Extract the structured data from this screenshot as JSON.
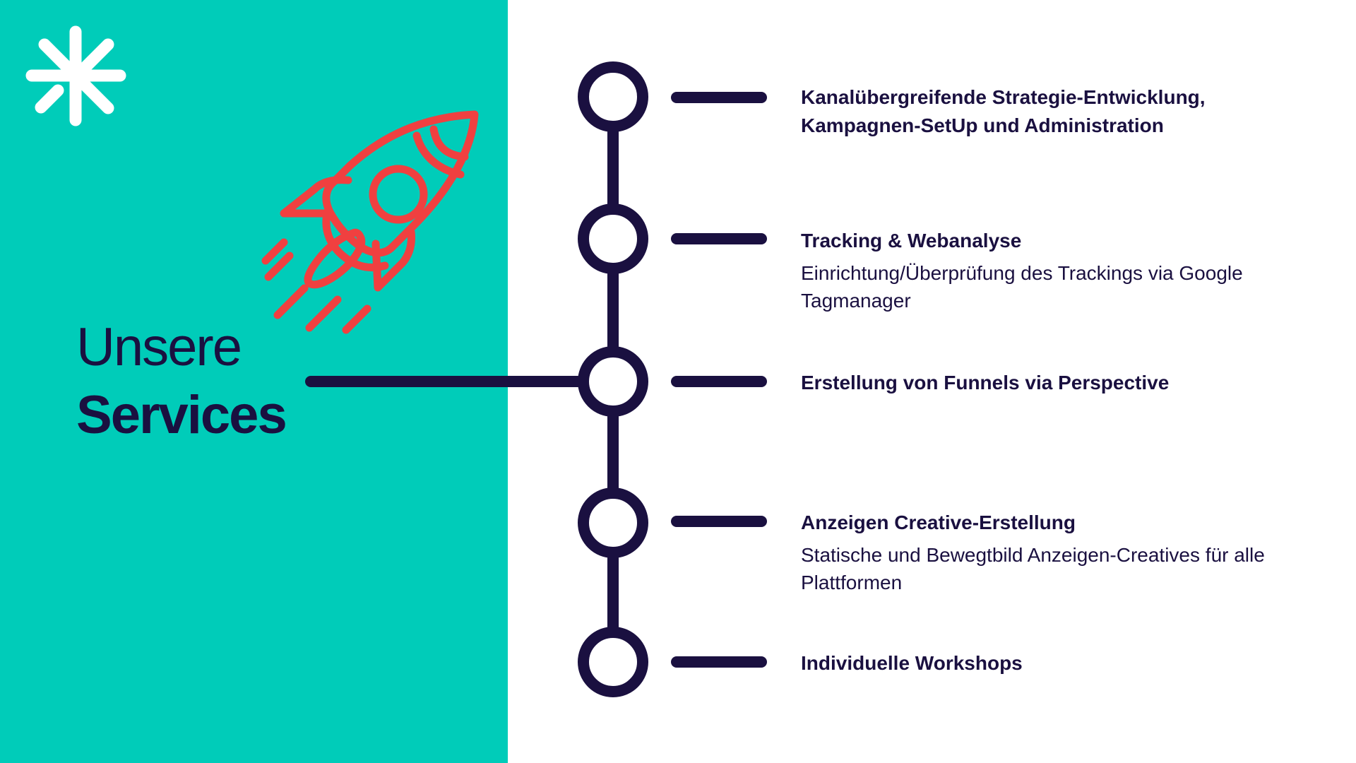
{
  "colors": {
    "teal": "#00ccb9",
    "navy": "#1a1040",
    "rocket_red": "#f04040",
    "white": "#ffffff"
  },
  "logo": {
    "icon": "asterisk-logo-icon"
  },
  "illustration": {
    "icon": "rocket-icon"
  },
  "heading": {
    "line1": "Unsere",
    "line2": "Services"
  },
  "services": [
    {
      "title": "Kanalübergreifende Strategie-Entwicklung, Kampagnen-SetUp und Administration",
      "description": ""
    },
    {
      "title": "Tracking & Webanalyse",
      "description": "Einrichtung/Überprüfung des Trackings via Google Tagmanager"
    },
    {
      "title": "Erstellung von Funnels via Perspective",
      "description": ""
    },
    {
      "title": "Anzeigen Creative-Erstellung",
      "description": "Statische und Bewegtbild Anzeigen-Creatives für alle Plattformen"
    },
    {
      "title": "Individuelle Workshops",
      "description": ""
    }
  ]
}
